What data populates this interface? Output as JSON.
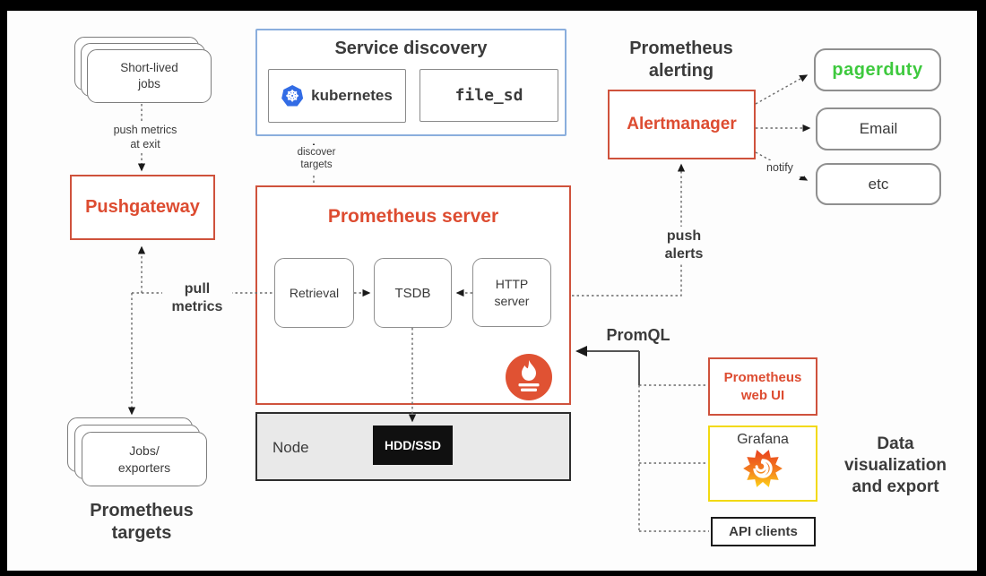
{
  "colors": {
    "accent_red": "#dd4c31",
    "border_red": "#cf523c",
    "service_discovery_blue": "#8aaedd",
    "kubernetes_blue": "#326ce5",
    "pagerduty_green": "#3ec93e",
    "grafana_yellow": "#f2d911",
    "box_gray": "#8f8f8f",
    "dark_text": "#3b3b3b",
    "node_gray": "#e9e9e9",
    "black_box": "#101010"
  },
  "nodes": {
    "short_lived_jobs": {
      "lines": [
        "Short-lived",
        "jobs"
      ]
    },
    "pushgateway": {
      "label": "Pushgateway"
    },
    "service_discovery": {
      "title": "Service discovery",
      "kubernetes": {
        "label": "kubernetes",
        "icon_glyph": "☸"
      },
      "file_sd": {
        "label": "file_sd"
      }
    },
    "prometheus_server": {
      "title": "Prometheus server",
      "retrieval": "Retrieval",
      "tsdb": "TSDB",
      "http_server": {
        "lines": [
          "HTTP",
          "server"
        ]
      }
    },
    "node": {
      "label": "Node",
      "hdd_ssd": "HDD/SSD"
    },
    "jobs_exporters": {
      "lines": [
        "Jobs/",
        "exporters"
      ]
    },
    "alertmanager": {
      "label": "Alertmanager"
    },
    "pagerduty": {
      "label": "pagerduty"
    },
    "email": {
      "label": "Email"
    },
    "etc": {
      "label": "etc"
    },
    "prometheus_web_ui": {
      "lines": [
        "Prometheus",
        "web UI"
      ]
    },
    "grafana": {
      "label": "Grafana"
    },
    "api_clients": {
      "label": "API clients"
    }
  },
  "headings": {
    "prometheus_alerting": {
      "lines": [
        "Prometheus",
        "alerting"
      ]
    },
    "prometheus_targets": {
      "lines": [
        "Prometheus",
        "targets"
      ]
    },
    "data_visualization": {
      "lines": [
        "Data",
        "visualization",
        "and export"
      ]
    }
  },
  "edge_labels": {
    "push_metrics": {
      "lines": [
        "push metrics",
        "at exit"
      ]
    },
    "pull_metrics": {
      "lines": [
        "pull",
        "metrics"
      ]
    },
    "discover_targets": {
      "lines": [
        "discover",
        "targets"
      ]
    },
    "push_alerts": {
      "lines": [
        "push",
        "alerts"
      ]
    },
    "notify": "notify",
    "promql": "PromQL"
  }
}
